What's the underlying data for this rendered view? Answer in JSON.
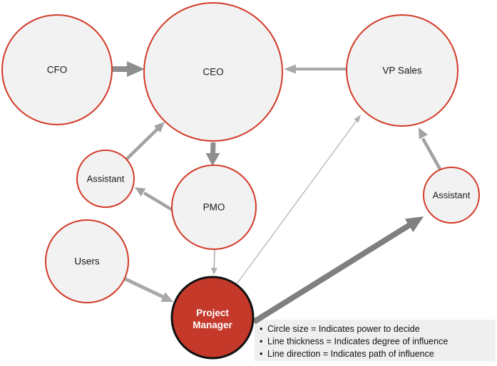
{
  "diagram": {
    "nodes": [
      {
        "id": "cfo",
        "label": "CFO"
      },
      {
        "id": "ceo",
        "label": "CEO"
      },
      {
        "id": "vp_sales",
        "label": "VP Sales"
      },
      {
        "id": "assistant_left",
        "label": "Assistant"
      },
      {
        "id": "pmo",
        "label": "PMO"
      },
      {
        "id": "users",
        "label": "Users"
      },
      {
        "id": "project_manager",
        "label_line1": "Project",
        "label_line2": "Manager"
      },
      {
        "id": "assistant_right",
        "label": "Assistant"
      }
    ],
    "edges": [
      {
        "from": "CFO",
        "to": "CEO",
        "thickness": "very-thick"
      },
      {
        "from": "VP Sales",
        "to": "CEO",
        "thickness": "medium"
      },
      {
        "from": "CEO",
        "to": "PMO",
        "thickness": "thick"
      },
      {
        "from": "Assistant (left)",
        "to": "CEO",
        "thickness": "medium"
      },
      {
        "from": "PMO",
        "to": "Assistant (left)",
        "thickness": "medium"
      },
      {
        "from": "PMO",
        "to": "Project Manager",
        "thickness": "thin"
      },
      {
        "from": "Users",
        "to": "Project Manager",
        "thickness": "medium"
      },
      {
        "from": "Project Manager",
        "to": "VP Sales",
        "thickness": "thin"
      },
      {
        "from": "Project Manager",
        "to": "Assistant (right)",
        "thickness": "very-thick"
      },
      {
        "from": "Assistant (right)",
        "to": "VP Sales",
        "thickness": "medium"
      }
    ],
    "legend": {
      "bullet": "•",
      "items": [
        "Circle size = Indicates power to decide",
        "Line thickness = Indicates degree of influence",
        "Line direction = Indicates path of influence"
      ]
    },
    "colors": {
      "node_fill": "#f2f2f2",
      "node_border_red": "#d23a27",
      "highlight_node_fill": "#c5392b",
      "highlight_node_border": "#111111",
      "highlight_text": "#ffffff",
      "label_text": "#1a1a1a",
      "legend_background": "#efefef",
      "arrow_dark_gray": "#7f7f7f",
      "arrow_gray": "#8e8e8e",
      "arrow_mid_gray": "#a2a2a2",
      "arrow_light_gray": "#a9a9a9",
      "arrow_thin_gray": "#b0b0b0"
    }
  }
}
